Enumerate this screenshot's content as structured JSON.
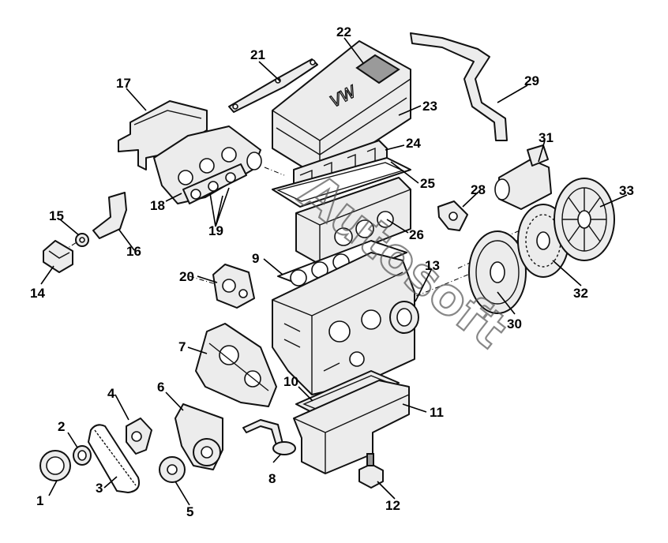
{
  "watermark_text": "Autosoft",
  "valve_cover_emblem": "VW",
  "callouts": [
    {
      "id": "1",
      "label": "1"
    },
    {
      "id": "2",
      "label": "2"
    },
    {
      "id": "3",
      "label": "3"
    },
    {
      "id": "4",
      "label": "4"
    },
    {
      "id": "5",
      "label": "5"
    },
    {
      "id": "6",
      "label": "6"
    },
    {
      "id": "7",
      "label": "7"
    },
    {
      "id": "8",
      "label": "8"
    },
    {
      "id": "9",
      "label": "9"
    },
    {
      "id": "10",
      "label": "10"
    },
    {
      "id": "11",
      "label": "11"
    },
    {
      "id": "12",
      "label": "12"
    },
    {
      "id": "13",
      "label": "13"
    },
    {
      "id": "14",
      "label": "14"
    },
    {
      "id": "15",
      "label": "15"
    },
    {
      "id": "16",
      "label": "16"
    },
    {
      "id": "17",
      "label": "17"
    },
    {
      "id": "18",
      "label": "18"
    },
    {
      "id": "19",
      "label": "19"
    },
    {
      "id": "20",
      "label": "20"
    },
    {
      "id": "21",
      "label": "21"
    },
    {
      "id": "22",
      "label": "22"
    },
    {
      "id": "23",
      "label": "23"
    },
    {
      "id": "24",
      "label": "24"
    },
    {
      "id": "25",
      "label": "25"
    },
    {
      "id": "26",
      "label": "26"
    },
    {
      "id": "28",
      "label": "28"
    },
    {
      "id": "29",
      "label": "29"
    },
    {
      "id": "30",
      "label": "30"
    },
    {
      "id": "31",
      "label": "31"
    },
    {
      "id": "32",
      "label": "32"
    },
    {
      "id": "33",
      "label": "33"
    }
  ]
}
